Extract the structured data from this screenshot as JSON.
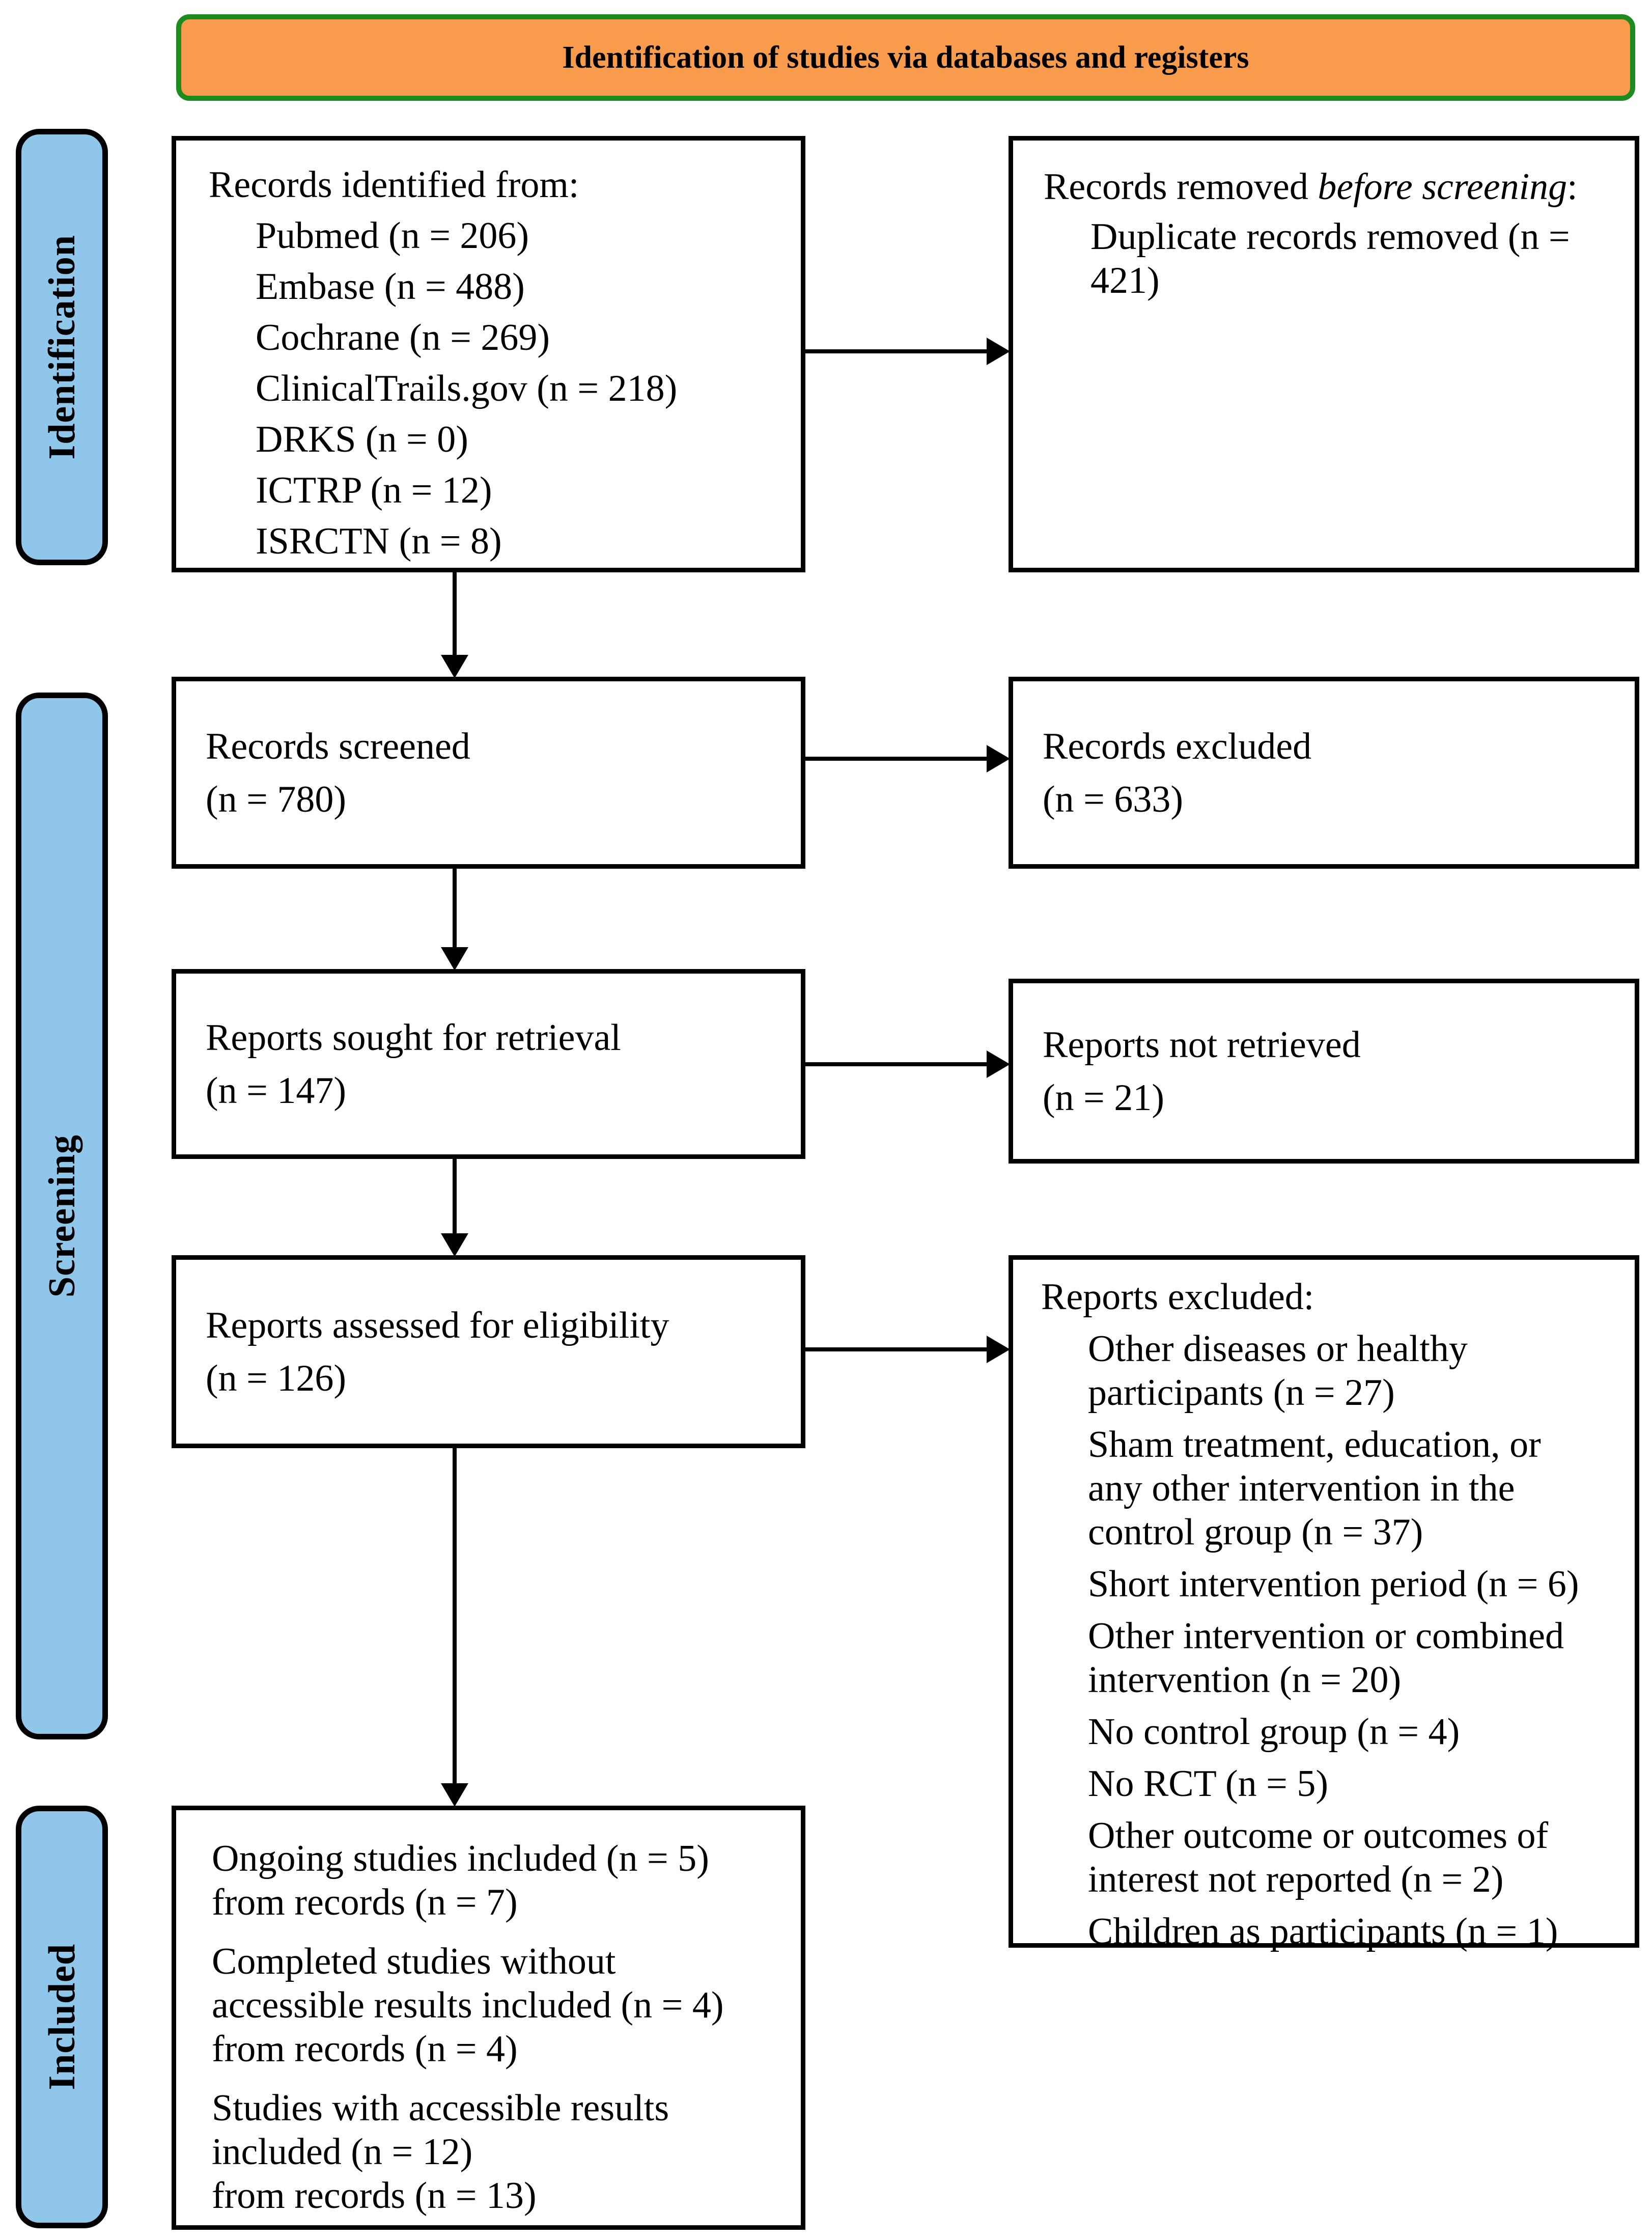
{
  "header": {
    "title": "Identification of studies via databases and registers"
  },
  "sidebar": {
    "identification": "Identification",
    "screening": "Screening",
    "included": "Included"
  },
  "boxes": {
    "identified": {
      "title": "Records identified from:",
      "items": [
        "Pubmed (n = 206)",
        "Embase (n = 488)",
        "Cochrane (n = 269)",
        "ClinicalTrails.gov (n = 218)",
        "DRKS (n = 0)",
        "ICTRP (n = 12)",
        "ISRCTN (n = 8)"
      ]
    },
    "removed": {
      "title_prefix": "Records removed ",
      "title_italic": "before screening",
      "title_suffix": ":",
      "items": [
        "Duplicate records removed (n = 421)"
      ]
    },
    "screened": {
      "line1": "Records screened",
      "line2": "(n = 780)"
    },
    "excluded_records": {
      "line1": "Records excluded",
      "line2": "(n = 633)"
    },
    "sought": {
      "line1": "Reports sought for retrieval",
      "line2": "(n = 147)"
    },
    "not_retrieved": {
      "line1": "Reports not retrieved",
      "line2": "(n = 21)"
    },
    "assessed": {
      "line1": "Reports assessed for eligibility",
      "line2": "(n = 126)"
    },
    "excluded_reports": {
      "title": "Reports excluded:",
      "items": [
        "Other diseases or healthy participants (n = 27)",
        "Sham treatment, education, or any other intervention in the control group (n = 37)",
        "Short intervention period (n = 6)",
        "Other intervention or combined intervention (n = 20)",
        "No control group (n = 4)",
        "No RCT (n = 5)",
        "Other outcome or outcomes of interest not reported (n = 2)",
        "Children as participants (n = 1)"
      ]
    },
    "included_studies": {
      "entries": [
        {
          "line1": "Ongoing studies included (n = 5)",
          "line2": "from records (n = 7)"
        },
        {
          "line1": "Completed studies without accessible results included (n = 4)",
          "line2": "from records (n = 4)"
        },
        {
          "line1": "Studies with accessible results included (n = 12)",
          "line2": "from records (n = 13)"
        }
      ]
    }
  },
  "colors": {
    "banner_fill": "#F89B4C",
    "banner_border": "#1D8B1D",
    "stage_bar_fill": "#8FC6E9",
    "box_border": "#000000"
  }
}
